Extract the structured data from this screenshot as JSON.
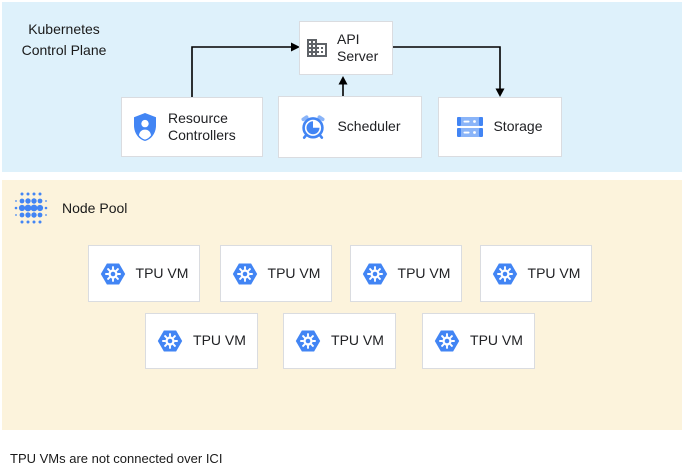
{
  "colors": {
    "control_plane_bg": "#def1fb",
    "node_pool_bg": "#fcf3dc",
    "box_border": "#dadce0",
    "box_bg": "#ffffff",
    "accent_blue": "#4285f4",
    "light_blue": "#8ab4f8",
    "icon_gray": "#5f6368",
    "arrow": "#000000",
    "text": "#202124"
  },
  "control_plane": {
    "title": "Kubernetes Control Plane",
    "api_server": "API Server",
    "resource_controllers": "Resource Controllers",
    "scheduler": "Scheduler",
    "storage": "Storage",
    "edges": [
      {
        "from": "Resource Controllers",
        "to": "API Server"
      },
      {
        "from": "Scheduler",
        "to": "API Server"
      },
      {
        "from": "API Server",
        "to": "Storage"
      }
    ]
  },
  "node_pool": {
    "title": "Node Pool",
    "vms": [
      "TPU VM",
      "TPU VM",
      "TPU VM",
      "TPU VM",
      "TPU VM",
      "TPU VM",
      "TPU VM"
    ]
  },
  "icons": {
    "api_server": "building-icon",
    "resource_controllers": "shield-user-icon",
    "scheduler": "alarm-clock-icon",
    "storage": "server-rack-icon",
    "node_pool": "dot-cluster-icon",
    "tpu_vm": "hexagon-gear-icon"
  },
  "caption": "TPU VMs are not connected over ICI"
}
